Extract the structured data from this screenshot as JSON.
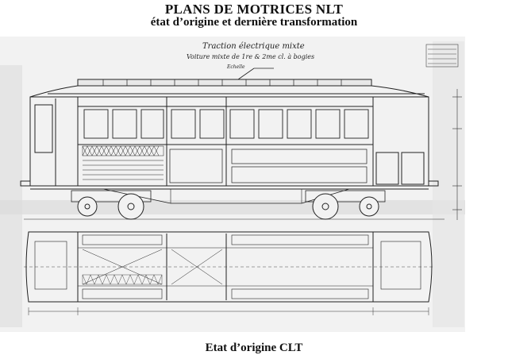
{
  "header": {
    "title": "PLANS DE MOTRICES NLT",
    "subtitle": "état d’origine et dernière transformation"
  },
  "plan": {
    "heading_1": "Traction électrique mixte",
    "heading_2": "Voiture mixte de 1re & 2me cl. à bogies",
    "scale_note": "Echelle",
    "scan_tone": "#eeeeee",
    "ink": "#222222"
  },
  "footer": {
    "caption": "Etat d’origine CLT"
  }
}
